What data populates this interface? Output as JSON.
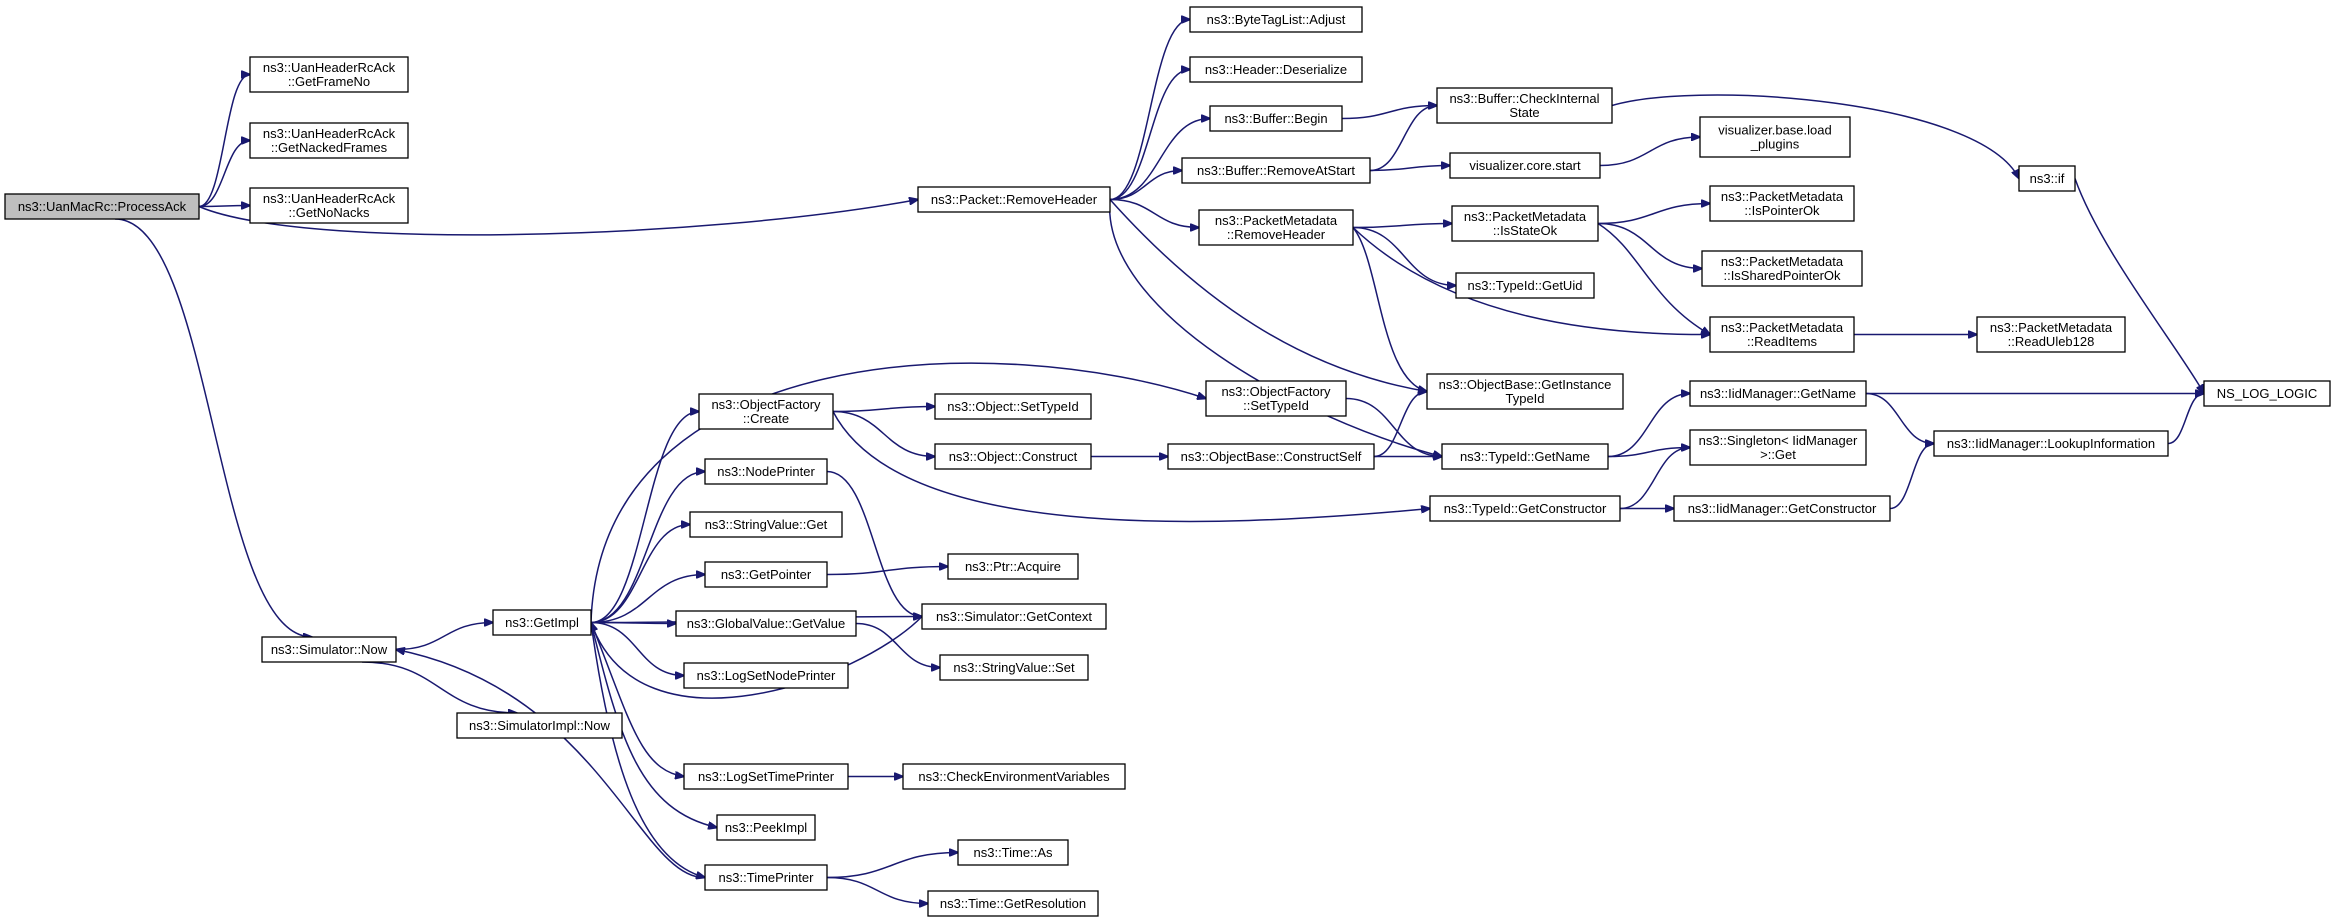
{
  "graph": {
    "colors": {
      "edge": "#191970",
      "node_border": "#000000",
      "truncated_node_border": "#ff0000",
      "root_fill": "#bfbfbf",
      "node_fill": "#ffffff"
    },
    "nodes": [
      {
        "id": "root",
        "lines": [
          "ns3::UanMacRc::ProcessAck"
        ],
        "style": "root"
      },
      {
        "id": "getframeno",
        "lines": [
          "ns3::UanHeaderRcAck",
          "::GetFrameNo"
        ],
        "style": "normal"
      },
      {
        "id": "getnackedframes",
        "lines": [
          "ns3::UanHeaderRcAck",
          "::GetNackedFrames"
        ],
        "style": "normal"
      },
      {
        "id": "getnonacks",
        "lines": [
          "ns3::UanHeaderRcAck",
          "::GetNoNacks"
        ],
        "style": "normal"
      },
      {
        "id": "simnow",
        "lines": [
          "ns3::Simulator::Now"
        ],
        "style": "normal"
      },
      {
        "id": "simimplnow",
        "lines": [
          "ns3::SimulatorImpl::Now"
        ],
        "style": "normal"
      },
      {
        "id": "getimpl",
        "lines": [
          "ns3::GetImpl"
        ],
        "style": "normal"
      },
      {
        "id": "ofcreate",
        "lines": [
          "ns3::ObjectFactory",
          "::Create"
        ],
        "style": "normal"
      },
      {
        "id": "nodeprinter",
        "lines": [
          "ns3::NodePrinter"
        ],
        "style": "normal"
      },
      {
        "id": "stringvalueget",
        "lines": [
          "ns3::StringValue::Get"
        ],
        "style": "normal"
      },
      {
        "id": "getpointer",
        "lines": [
          "ns3::GetPointer"
        ],
        "style": "normal"
      },
      {
        "id": "globalvalueget",
        "lines": [
          "ns3::GlobalValue::GetValue"
        ],
        "style": "normal"
      },
      {
        "id": "logsetnodeprinter",
        "lines": [
          "ns3::LogSetNodePrinter"
        ],
        "style": "normal"
      },
      {
        "id": "logsettimeprinter",
        "lines": [
          "ns3::LogSetTimePrinter"
        ],
        "style": "normal"
      },
      {
        "id": "peekimpl",
        "lines": [
          "ns3::PeekImpl"
        ],
        "style": "normal"
      },
      {
        "id": "timeprinter",
        "lines": [
          "ns3::TimePrinter"
        ],
        "style": "normal"
      },
      {
        "id": "objsettypeid",
        "lines": [
          "ns3::Object::SetTypeId"
        ],
        "style": "truncated"
      },
      {
        "id": "objconstruct",
        "lines": [
          "ns3::Object::Construct"
        ],
        "style": "normal"
      },
      {
        "id": "ptracquire",
        "lines": [
          "ns3::Ptr::Acquire"
        ],
        "style": "normal"
      },
      {
        "id": "simgetcontext",
        "lines": [
          "ns3::Simulator::GetContext"
        ],
        "style": "truncated"
      },
      {
        "id": "stringvalueset",
        "lines": [
          "ns3::StringValue::Set"
        ],
        "style": "normal"
      },
      {
        "id": "checkenv",
        "lines": [
          "ns3::CheckEnvironmentVariables"
        ],
        "style": "truncated"
      },
      {
        "id": "timeas",
        "lines": [
          "ns3::Time::As"
        ],
        "style": "normal"
      },
      {
        "id": "timegetres",
        "lines": [
          "ns3::Time::GetResolution"
        ],
        "style": "truncated"
      },
      {
        "id": "packetremoveheader",
        "lines": [
          "ns3::Packet::RemoveHeader"
        ],
        "style": "normal"
      },
      {
        "id": "bytetaglistadjust",
        "lines": [
          "ns3::ByteTagList::Adjust"
        ],
        "style": "normal"
      },
      {
        "id": "headerdeserialize",
        "lines": [
          "ns3::Header::Deserialize"
        ],
        "style": "normal"
      },
      {
        "id": "bufferbegin",
        "lines": [
          "ns3::Buffer::Begin"
        ],
        "style": "normal"
      },
      {
        "id": "bufferremoveatstart",
        "lines": [
          "ns3::Buffer::RemoveAtStart"
        ],
        "style": "normal"
      },
      {
        "id": "pmremoveheader",
        "lines": [
          "ns3::PacketMetadata",
          "::RemoveHeader"
        ],
        "style": "normal"
      },
      {
        "id": "ofsettypeid",
        "lines": [
          "ns3::ObjectFactory",
          "::SetTypeId"
        ],
        "style": "normal"
      },
      {
        "id": "objbaseconstructself",
        "lines": [
          "ns3::ObjectBase::ConstructSelf"
        ],
        "style": "truncated"
      },
      {
        "id": "buffercheckinternal",
        "lines": [
          "ns3::Buffer::CheckInternal",
          "State"
        ],
        "style": "normal"
      },
      {
        "id": "visualizercorestart",
        "lines": [
          "visualizer.core.start"
        ],
        "style": "normal"
      },
      {
        "id": "pmisstateok",
        "lines": [
          "ns3::PacketMetadata",
          "::IsStateOk"
        ],
        "style": "normal"
      },
      {
        "id": "typeidgetuid",
        "lines": [
          "ns3::TypeId::GetUid"
        ],
        "style": "normal"
      },
      {
        "id": "objbasegetinstancetypeid",
        "lines": [
          "ns3::ObjectBase::GetInstance",
          "TypeId"
        ],
        "style": "normal"
      },
      {
        "id": "typeidgetname",
        "lines": [
          "ns3::TypeId::GetName"
        ],
        "style": "normal"
      },
      {
        "id": "typeidgetconstructor",
        "lines": [
          "ns3::TypeId::GetConstructor"
        ],
        "style": "normal"
      },
      {
        "id": "visualizerbaseload",
        "lines": [
          "visualizer.base.load",
          "_plugins"
        ],
        "style": "truncated"
      },
      {
        "id": "ns3if",
        "lines": [
          "ns3::if"
        ],
        "style": "truncated"
      },
      {
        "id": "pmispointerok",
        "lines": [
          "ns3::PacketMetadata",
          "::IsPointerOk"
        ],
        "style": "normal"
      },
      {
        "id": "pmissharedpointerok",
        "lines": [
          "ns3::PacketMetadata",
          "::IsSharedPointerOk"
        ],
        "style": "normal"
      },
      {
        "id": "pmreaditems",
        "lines": [
          "ns3::PacketMetadata",
          "::ReadItems"
        ],
        "style": "normal"
      },
      {
        "id": "pmreaduleb128",
        "lines": [
          "ns3::PacketMetadata",
          "::ReadUleb128"
        ],
        "style": "normal"
      },
      {
        "id": "iidgetname",
        "lines": [
          "ns3::IidManager::GetName"
        ],
        "style": "normal"
      },
      {
        "id": "singletonget",
        "lines": [
          "ns3::Singleton< IidManager",
          " >::Get"
        ],
        "style": "normal"
      },
      {
        "id": "iidgetconstructor",
        "lines": [
          "ns3::IidManager::GetConstructor"
        ],
        "style": "normal"
      },
      {
        "id": "iidlookup",
        "lines": [
          "ns3::IidManager::LookupInformation"
        ],
        "style": "normal"
      },
      {
        "id": "nsloglogic",
        "lines": [
          "NS_LOG_LOGIC"
        ],
        "style": "normal"
      }
    ],
    "edges": [
      [
        "root",
        "getframeno"
      ],
      [
        "root",
        "getnackedframes"
      ],
      [
        "root",
        "getnonacks"
      ],
      [
        "root",
        "packetremoveheader"
      ],
      [
        "root",
        "simnow"
      ],
      [
        "simnow",
        "getimpl"
      ],
      [
        "simnow",
        "simimplnow"
      ],
      [
        "getimpl",
        "ofcreate"
      ],
      [
        "getimpl",
        "nodeprinter"
      ],
      [
        "getimpl",
        "stringvalueget"
      ],
      [
        "getimpl",
        "getpointer"
      ],
      [
        "getimpl",
        "globalvalueget"
      ],
      [
        "getimpl",
        "logsetnodeprinter"
      ],
      [
        "getimpl",
        "logsettimeprinter"
      ],
      [
        "getimpl",
        "peekimpl"
      ],
      [
        "getimpl",
        "timeprinter"
      ],
      [
        "getimpl",
        "ofsettypeid"
      ],
      [
        "getimpl",
        "simgetcontext"
      ],
      [
        "ofcreate",
        "objsettypeid"
      ],
      [
        "ofcreate",
        "objconstruct"
      ],
      [
        "ofcreate",
        "typeidgetconstructor"
      ],
      [
        "objconstruct",
        "objbaseconstructself"
      ],
      [
        "objbaseconstructself",
        "objbasegetinstancetypeid"
      ],
      [
        "objbaseconstructself",
        "typeidgetname"
      ],
      [
        "nodeprinter",
        "simgetcontext"
      ],
      [
        "getpointer",
        "ptracquire"
      ],
      [
        "globalvalueget",
        "stringvalueset"
      ],
      [
        "simgetcontext",
        "getimpl"
      ],
      [
        "logsettimeprinter",
        "checkenv"
      ],
      [
        "timeprinter",
        "timeas"
      ],
      [
        "timeprinter",
        "timegetres"
      ],
      [
        "timeprinter",
        "simnow"
      ],
      [
        "packetremoveheader",
        "bytetaglistadjust"
      ],
      [
        "packetremoveheader",
        "headerdeserialize"
      ],
      [
        "packetremoveheader",
        "bufferbegin"
      ],
      [
        "packetremoveheader",
        "bufferremoveatstart"
      ],
      [
        "packetremoveheader",
        "pmremoveheader"
      ],
      [
        "packetremoveheader",
        "objbasegetinstancetypeid"
      ],
      [
        "packetremoveheader",
        "typeidgetname"
      ],
      [
        "bufferbegin",
        "buffercheckinternal"
      ],
      [
        "bufferremoveatstart",
        "buffercheckinternal"
      ],
      [
        "bufferremoveatstart",
        "visualizercorestart"
      ],
      [
        "visualizercorestart",
        "visualizerbaseload"
      ],
      [
        "buffercheckinternal",
        "ns3if"
      ],
      [
        "ns3if",
        "nsloglogic"
      ],
      [
        "pmremoveheader",
        "pmisstateok"
      ],
      [
        "pmremoveheader",
        "typeidgetuid"
      ],
      [
        "pmremoveheader",
        "pmreaditems"
      ],
      [
        "pmremoveheader",
        "objbasegetinstancetypeid"
      ],
      [
        "pmisstateok",
        "pmispointerok"
      ],
      [
        "pmisstateok",
        "pmissharedpointerok"
      ],
      [
        "pmisstateok",
        "pmreaditems"
      ],
      [
        "pmreaditems",
        "pmreaduleb128"
      ],
      [
        "ofsettypeid",
        "typeidgetname"
      ],
      [
        "typeidgetname",
        "iidgetname"
      ],
      [
        "typeidgetname",
        "singletonget"
      ],
      [
        "typeidgetconstructor",
        "singletonget"
      ],
      [
        "typeidgetconstructor",
        "iidgetconstructor"
      ],
      [
        "iidgetname",
        "iidlookup"
      ],
      [
        "iidgetname",
        "nsloglogic"
      ],
      [
        "iidgetconstructor",
        "iidlookup"
      ],
      [
        "iidlookup",
        "nsloglogic"
      ]
    ]
  }
}
